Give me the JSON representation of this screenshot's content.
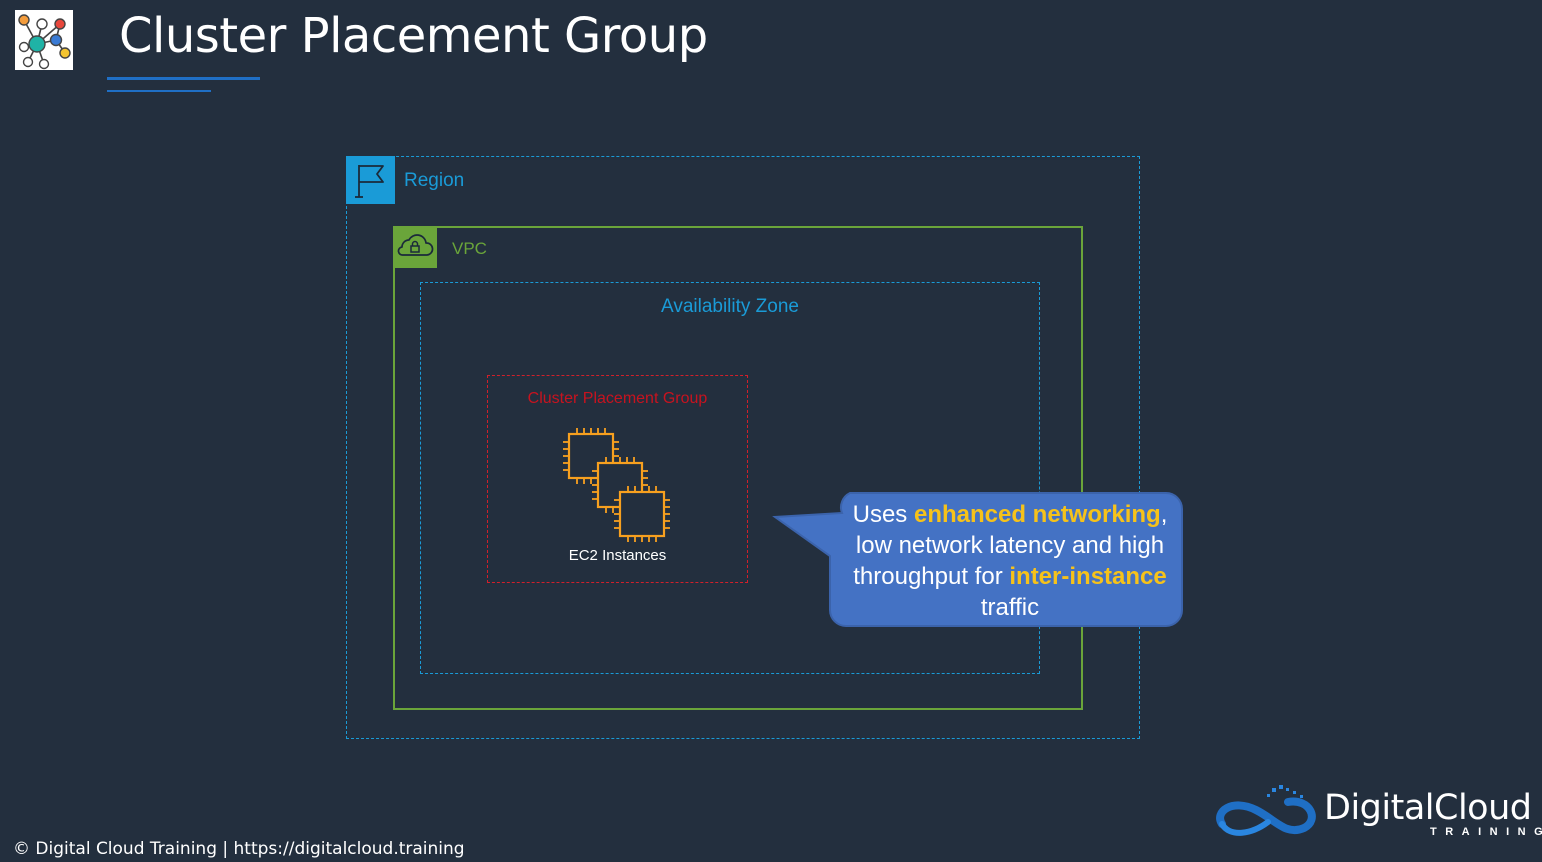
{
  "title": "Cluster Placement Group",
  "region": {
    "label": "Region",
    "icon": "flag-icon"
  },
  "vpc": {
    "label": "VPC",
    "icon": "cloud-lock-icon"
  },
  "availability_zone": {
    "label": "Availability Zone"
  },
  "placement_group": {
    "label": "Cluster Placement Group",
    "instances_label": "EC2 Instances",
    "icon": "ec2-chip-icon"
  },
  "callout": {
    "part1": "Uses ",
    "highlight1": "enhanced networking",
    "part2": ", low network latency and high throughput for ",
    "highlight2": "inter-instance",
    "part3": " traffic"
  },
  "footer": {
    "text": "© Digital Cloud Training  | https://digitalcloud.training"
  },
  "brand": {
    "name": "DigitalCloud",
    "sub": "TRAINING"
  },
  "colors": {
    "background": "#232f3e",
    "region": "#1a9bd7",
    "vpc": "#6aa53a",
    "placement_group": "#d21f2a",
    "ec2": "#f7a01f",
    "callout": "#4472c4",
    "highlight": "#f6c21a"
  }
}
